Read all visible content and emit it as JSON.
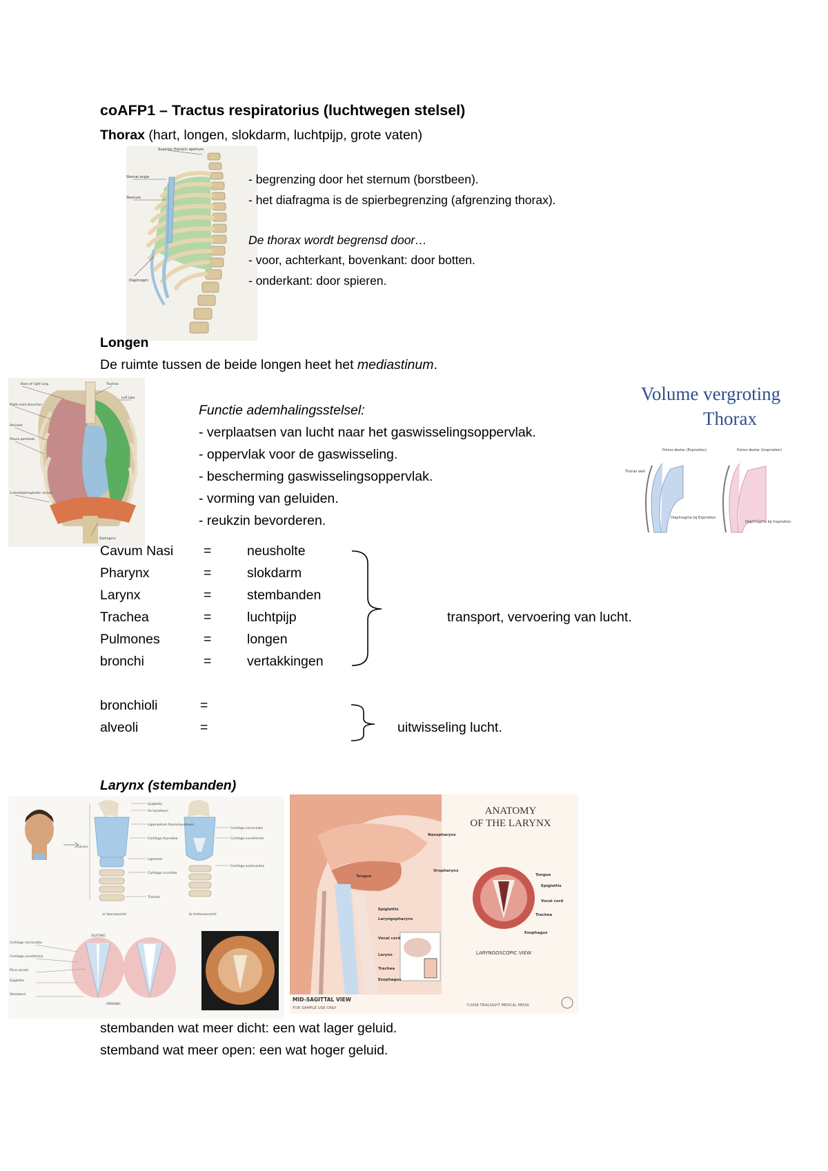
{
  "title": "coAFP1 – Tractus respiratorius (luchtwegen stelsel)",
  "thorax": {
    "heading": "Thorax",
    "heading_rest": " (hart, longen, slokdarm, luchtpijp, grote vaten)",
    "figure_labels": {
      "top": "Superior thoracic aperture",
      "angle": "Sternal angle",
      "sternum": "Sternum",
      "diaphragm": "Diaphragm"
    },
    "lines": [
      "- begrenzing door het sternum (borstbeen).",
      "- het diafragma is de spierbegrenzing (afgrenzing thorax)."
    ],
    "italic_line": "De thorax wordt begrensd door…",
    "lines2": [
      "- voor, achterkant, bovenkant: door botten.",
      "- onderkant: door spieren."
    ]
  },
  "longen": {
    "heading": "Longen",
    "sentence_start": "De ruimte tussen de beide longen heet het ",
    "sentence_italic": "mediastinum",
    "sentence_end": ".",
    "figure_labels": [
      "Base of right lung",
      "Trachea",
      "Left lobe",
      "Right main bronchus",
      "Pericard",
      "Pleura parietalis",
      "Costodiaphragmatic recess",
      "Diafragma"
    ],
    "functie_heading": "Functie ademhalingsstelsel:",
    "functies": [
      "- verplaatsen van lucht naar het gaswisselingsoppervlak.",
      "- oppervlak voor de gaswisseling.",
      "- bescherming gaswisselingsoppervlak.",
      "- vorming van geluiden.",
      "- reukzin bevorderen."
    ]
  },
  "volume_figure": {
    "title_line1": "Volume vergroting",
    "title_line2": "Thorax",
    "left_label_top": "Pulmo dexter (Expiration)",
    "right_label_top": "Pulmo dexter (Inspiration)",
    "left_label_bottom": "Diaphragma bij Expiration",
    "right_label_bottom": "Diaphragma bij Inspiration",
    "side_label": "Thorax wall"
  },
  "terms": [
    {
      "term": "Cavum Nasi",
      "eq": "=",
      "meaning": "neusholte"
    },
    {
      "term": "Pharynx",
      "eq": "=",
      "meaning": "slokdarm"
    },
    {
      "term": "Larynx",
      "eq": "=",
      "meaning": "stembanden"
    },
    {
      "term": "Trachea",
      "eq": "=",
      "meaning": "luchtpijp"
    },
    {
      "term": "Pulmones",
      "eq": "=",
      "meaning": "longen"
    },
    {
      "term": "bronchi",
      "eq": "=",
      "meaning": "vertakkingen"
    }
  ],
  "terms_note": "transport, vervoering van lucht.",
  "terms2": [
    {
      "term": "bronchioli",
      "eq": "="
    },
    {
      "term": "alveoli",
      "eq": "="
    }
  ],
  "terms2_note": "uitwisseling lucht.",
  "larynx": {
    "heading": "Larynx (stembanden)",
    "fig_labels_a": [
      "Epiglottis",
      "Os hyoideum",
      "Ligamentum thyreohyoideum",
      "Cartilago thyroidea",
      "Ligament",
      "Cartilago cricoidea",
      "Trachea",
      "Larynx"
    ],
    "fig_caption_a": "a) Vooraanzicht",
    "fig_caption_b": "b) Achteraanzicht",
    "fig_labels_b": [
      "Cartilago corniculata",
      "Cartilago cuneiformis",
      "Cartilago arytenoidea"
    ],
    "fig_labels_c": [
      "Cartilago corniculata",
      "Cartilago cuneiformis",
      "Plica vocalis",
      "Epiglottis",
      "Stemband"
    ],
    "fig_bottom_labels": [
      "SLUITING",
      "OPENING"
    ],
    "anatomy_title_1": "ANATOMY",
    "anatomy_title_2": "OF THE LARYNX",
    "anatomy_labels_left": [
      "Nasopharynx",
      "Tongue",
      "Oropharynx",
      "Epiglottis",
      "Laryngopharynx",
      "Vocal cord",
      "Larynx",
      "Trachea",
      "Esophagus"
    ],
    "anatomy_labels_right": [
      "Tongue",
      "Epiglottis",
      "Vocal cord",
      "Trachea",
      "Esophagus"
    ],
    "laryngoscopic": "LARYNGOSCOPIC VIEW",
    "mid_sagittal": "MID-SAGITTAL VIEW",
    "mid_sagittal_sub": "FOR SAMPLE USE ONLY",
    "copyright": "©2008 TRIALSIGHT MEDICAL MEDIA"
  },
  "closing": [
    "stembanden wat meer dicht: een wat lager geluid.",
    "stemband wat meer open: een wat hoger geluid."
  ]
}
